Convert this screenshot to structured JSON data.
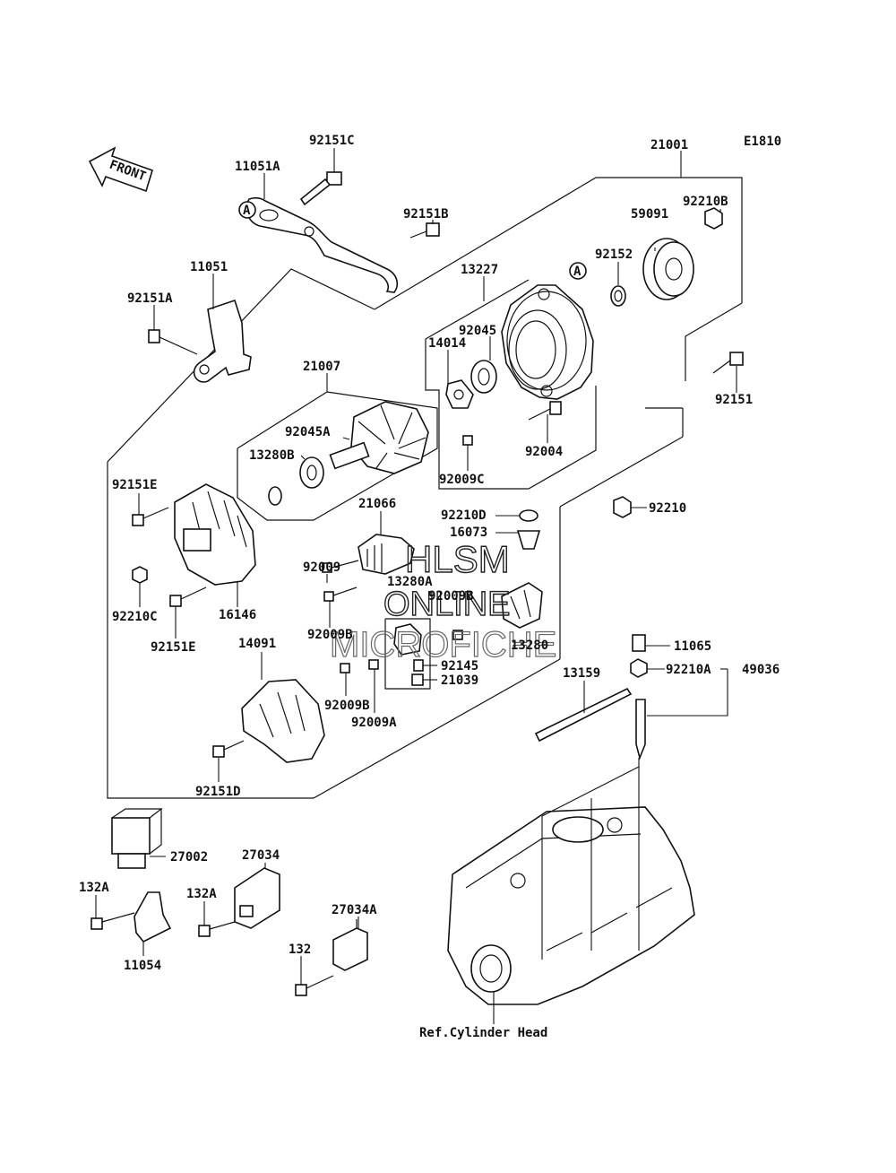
{
  "diagram_code": "E1810",
  "front_label": "FRONT",
  "callout_marker": "A",
  "reference_note": "Ref.Cylinder Head",
  "watermark": {
    "line1": "HLSM",
    "line2": "ONLINE",
    "line3": "MICROFICHE"
  },
  "parts": {
    "p21001": "21001",
    "p92151C": "92151C",
    "p11051A": "11051A",
    "p92151B": "92151B",
    "p59091": "59091",
    "p92210B": "92210B",
    "p92152": "92152",
    "p13227": "13227",
    "p11051": "11051",
    "p92151A": "92151A",
    "p92045": "92045",
    "p14014": "14014",
    "p92151": "92151",
    "p21007": "21007",
    "p92045A": "92045A",
    "p13280B": "13280B",
    "p92004": "92004",
    "p92009C": "92009C",
    "p92151E_top": "92151E",
    "p21066": "21066",
    "p92210D": "92210D",
    "p92210": "92210",
    "p16073": "16073",
    "p92009": "92009",
    "p13280A": "13280A",
    "p92009B_a": "92009B",
    "p92210C": "92210C",
    "p16146": "16146",
    "p92151E_bot": "92151E",
    "p92009B_b": "92009B",
    "p13280": "13280",
    "p14091": "14091",
    "p92145": "92145",
    "p11065": "11065",
    "p13159": "13159",
    "p92210A": "92210A",
    "p49036": "49036",
    "p92009B_c": "92009B",
    "p21039": "21039",
    "p92009A": "92009A",
    "p92151D": "92151D",
    "p27002": "27002",
    "p27034": "27034",
    "p132A_l": "132A",
    "p132A_r": "132A",
    "p11054": "11054",
    "p27034A": "27034A",
    "p132": "132"
  }
}
